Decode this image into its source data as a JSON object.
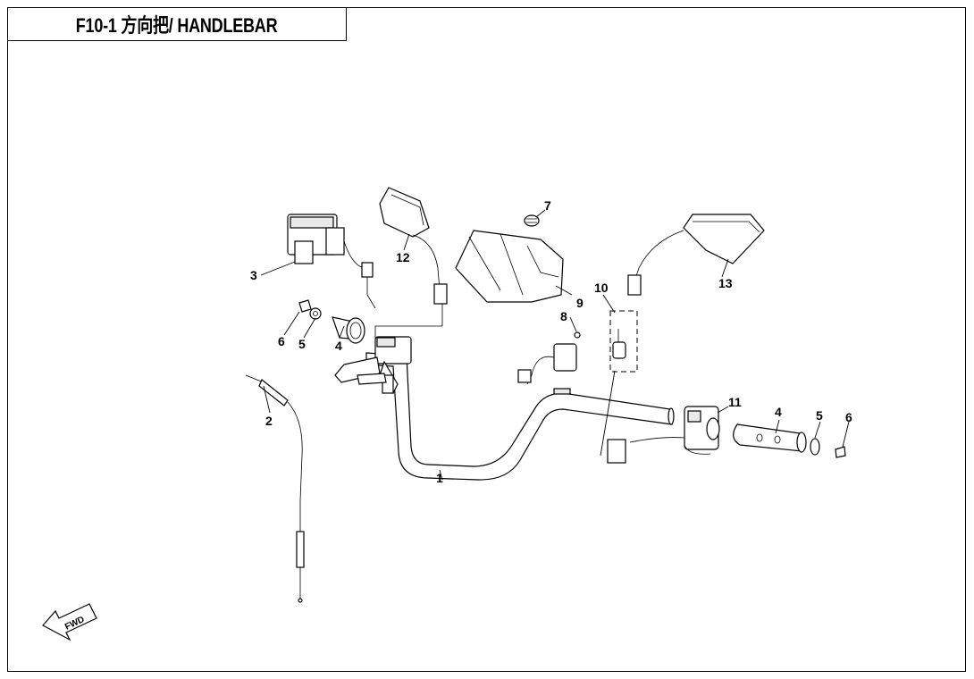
{
  "header": {
    "title": "F10-1 方向把/ HANDLEBAR"
  },
  "callouts": {
    "c1": "1",
    "c2": "2",
    "c3": "3",
    "c4a": "4",
    "c4b": "4",
    "c5a": "5",
    "c5b": "5",
    "c6a": "6",
    "c6b": "6",
    "c7": "7",
    "c8": "8",
    "c9": "9",
    "c10": "10",
    "c11": "11",
    "c12": "12",
    "c13": "13"
  },
  "fwd_marker": {
    "label": "FWD"
  }
}
